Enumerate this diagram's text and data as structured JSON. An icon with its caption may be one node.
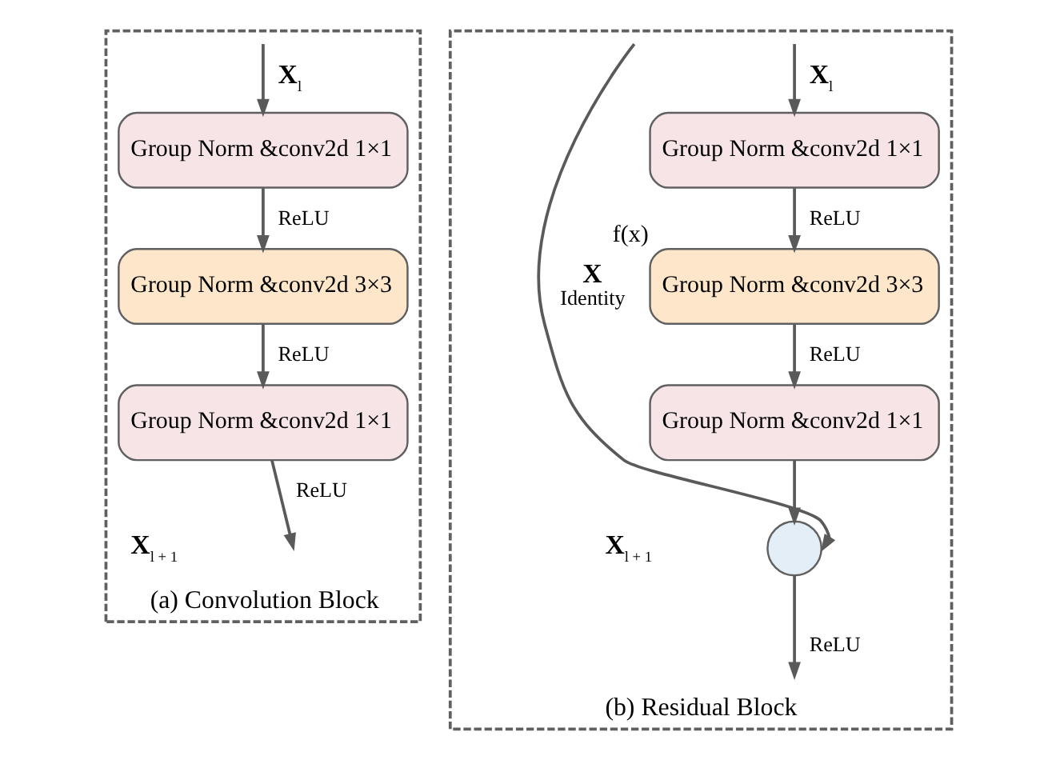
{
  "diagram": {
    "nodes": [
      {
        "text": [
          "(a) Convolution Block"
        ]
      },
      {
        "text": [
          "Group Norm &conv2d 1×1"
        ],
        "in": 0
      },
      {
        "text": [
          "Group Norm &conv2d 3×3"
        ],
        "in": 0
      },
      {
        "text": [
          "Group Norm &conv2d 1×1"
        ],
        "in": 0
      },
      {
        "text": [
          "(b) Residual Block"
        ]
      },
      {
        "text": [
          "Group Norm &conv2d 1×1"
        ],
        "in": 4
      },
      {
        "text": [
          "Group Norm &conv2d 3×3"
        ],
        "in": 4,
        "beside": [
          "f(x)"
        ]
      },
      {
        "text": [
          "Group Norm &conv2d 1×1"
        ],
        "in": 4
      },
      {
        "text": [],
        "shape": "circle",
        "in": 4
      }
    ],
    "edges": [
      {
        "from": null,
        "to": 1,
        "arrow": "to",
        "label": "**X**$_{l}$"
      },
      {
        "from": 1,
        "to": 2,
        "arrow": "to",
        "label": "ReLU"
      },
      {
        "from": 2,
        "to": 3,
        "arrow": "to",
        "label": "ReLU"
      },
      {
        "from": 3,
        "to": null,
        "arrow": "to",
        "label": "ReLU"
      },
      {
        "from": null,
        "to": 5,
        "arrow": "to",
        "label": "**X**$_{l}$"
      },
      {
        "from": 5,
        "to": 6,
        "arrow": "to",
        "label": "ReLU"
      },
      {
        "from": 6,
        "to": 7,
        "arrow": "to",
        "label": "ReLU"
      },
      {
        "from": 7,
        "to": 8,
        "arrow": "to"
      },
      {
        "from": null,
        "to": 8,
        "arrow": "to",
        "label": "**X** Identity"
      },
      {
        "from": 8,
        "to": null,
        "arrow": "to",
        "label": "ReLU"
      }
    ],
    "labels": [
      "**X**$_{l + 1}$",
      "**X**$_{l + 1}$"
    ]
  }
}
